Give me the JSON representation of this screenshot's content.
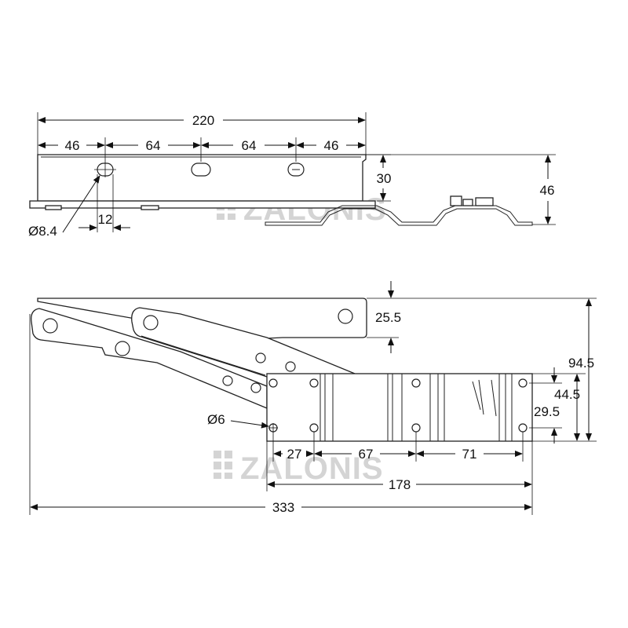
{
  "watermark": {
    "text": "ZALONIS",
    "color": "#d4d4d4"
  },
  "top_view": {
    "dims": {
      "overall_length": "220",
      "seg_1": "46",
      "seg_2": "64",
      "seg_3": "64",
      "seg_4": "46",
      "plate_height": "30",
      "total_height": "46",
      "slot_width": "12",
      "hole_diameter": "Ø8.4"
    }
  },
  "side_view": {
    "dims": {
      "arm_height": "25.5",
      "total_height": "94.5",
      "base_height": "44.5",
      "hole_vertical_spacing": "29.5",
      "hole_diameter": "Ø6",
      "spacing_1": "27",
      "spacing_2": "67",
      "spacing_3": "71",
      "base_length": "178",
      "overall_length": "333"
    }
  },
  "colors": {
    "line": "#222222",
    "background": "#ffffff"
  }
}
